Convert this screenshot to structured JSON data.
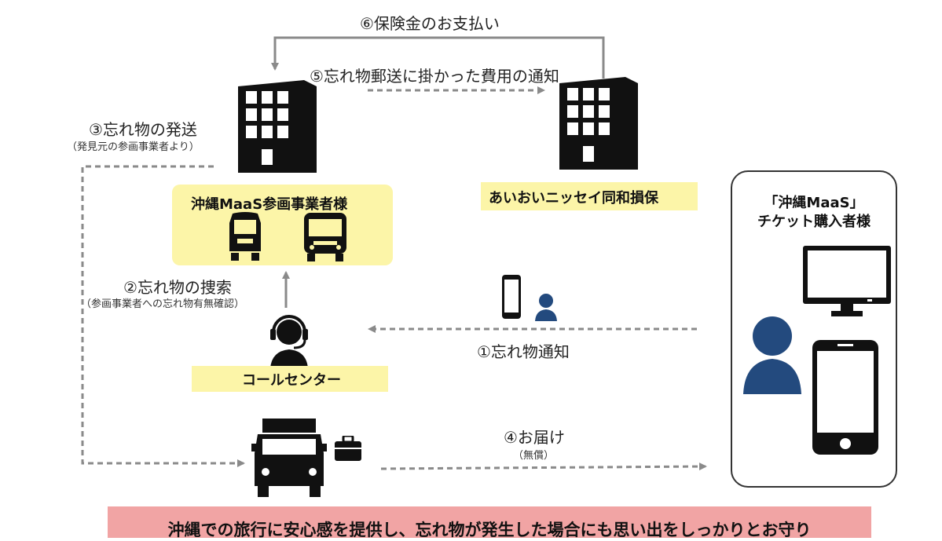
{
  "steps": {
    "s1": "①忘れ物通知",
    "s2": "②忘れ物の捜索",
    "s2_sub": "（参画事業者への忘れ物有無確認）",
    "s3": "③忘れ物の発送",
    "s3_sub": "（発見元の参画事業者より）",
    "s4": "④お届け",
    "s4_sub": "（無償）",
    "s5": "⑤忘れ物郵送に掛かった費用の通知",
    "s6": "⑥保険金のお支払い"
  },
  "entities": {
    "operators": "沖縄MaaS参画事業者様",
    "insurer": "あいおいニッセイ同和損保",
    "call_center": "コールセンター",
    "purchaser_line1": "「沖縄MaaS」",
    "purchaser_line2": "チケット購入者様"
  },
  "banner": {
    "text": "沖縄での旅行に安心感を提供し、忘れ物が発生した場合にも思い出をしっかりとお守り"
  },
  "icons": {
    "operators_building": "office-building-icon",
    "insurer_building": "office-building-icon",
    "monorail": "monorail-icon",
    "bus": "bus-icon",
    "headset_person": "call-center-operator-icon",
    "truck": "delivery-truck-icon",
    "suitcase": "suitcase-icon",
    "small_phone": "smartphone-icon",
    "small_person": "person-icon",
    "monitor": "monitor-icon",
    "big_person": "person-icon",
    "big_phone": "smartphone-icon"
  },
  "colors": {
    "yellow_box": "#fcf5a8",
    "banner": "#f1a4a4",
    "icon_dark": "#111111",
    "person_blue": "#234a7e",
    "arrow_gray": "#8a8a8a"
  }
}
